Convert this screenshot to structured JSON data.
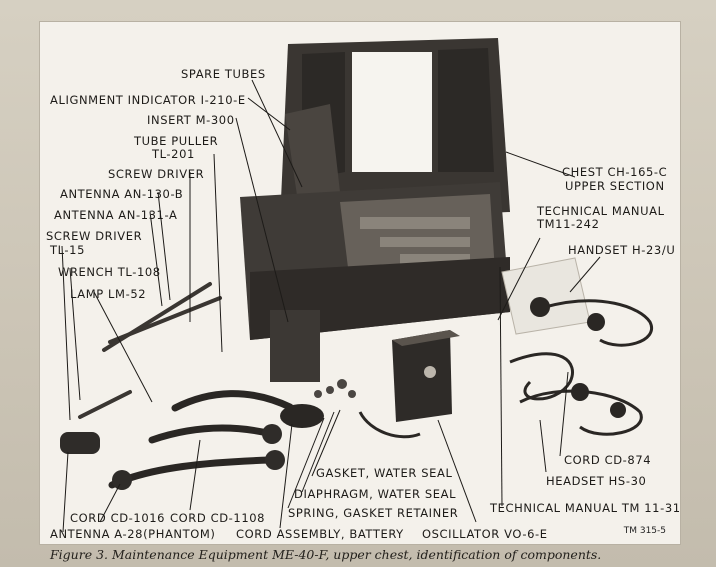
{
  "labels": {
    "spare_tubes": "SPARE TUBES",
    "alignment_indicator": "ALIGNMENT INDICATOR I-210-E",
    "insert": "INSERT M-300",
    "tube_puller_1": "TUBE PULLER",
    "tube_puller_2": "TL-201",
    "screw_driver": "SCREW DRIVER",
    "antenna_130": "ANTENNA AN-130-B",
    "antenna_131": "ANTENNA AN-131-A",
    "screw_driver_tl_1": "SCREW DRIVER",
    "screw_driver_tl_2": "TL-15",
    "wrench": "WRENCH TL-108",
    "lamp": "LAMP LM-52",
    "chest_1": "CHEST CH-165-C",
    "chest_2": "UPPER SECTION",
    "tech_manual_1": "TECHNICAL MANUAL",
    "tech_manual_2": "TM11-242",
    "handset_h23": "HANDSET H-23/U",
    "cord_874": "CORD CD-874",
    "headset": "HEADSET HS-30",
    "gasket": "GASKET, WATER SEAL",
    "diaphragm": "DIAPHRAGM, WATER SEAL",
    "spring": "SPRING, GASKET RETAINER",
    "tech_manual_315": "TECHNICAL MANUAL TM 11-315",
    "cord_1016": "CORD CD-1016",
    "cord_1108": "CORD CD-1108",
    "antenna_a28": "ANTENNA A-28(PHANTOM)",
    "cord_assembly": "CORD ASSEMBLY, BATTERY",
    "oscillator": "OSCILLATOR VO-6-E"
  },
  "figure_id": "TM 315-5",
  "caption": "Figure 3. Maintenance Equipment ME-40-F, upper chest, identification of components."
}
